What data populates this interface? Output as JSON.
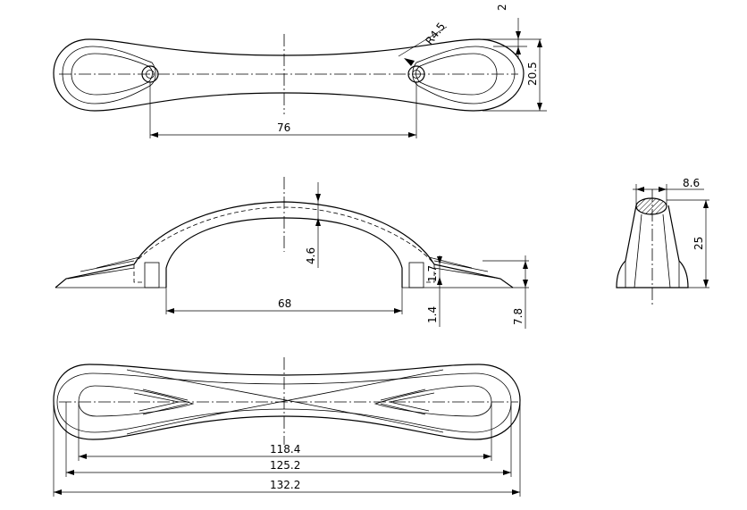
{
  "dimensions": {
    "top_hole_radius": "R4.5",
    "top_rim_thickness": "2",
    "top_width": "20.5",
    "top_hole_spacing": "76",
    "front_arch_thickness": "4.6",
    "front_leg_height": "1.7",
    "front_leg_offset": "1.4",
    "front_total_height": "7.8",
    "front_inner_span": "68",
    "side_top_width": "8.6",
    "side_height": "25",
    "bottom_inner_length": "118.4",
    "bottom_middle_length": "125.2",
    "bottom_overall_length": "132.2"
  }
}
